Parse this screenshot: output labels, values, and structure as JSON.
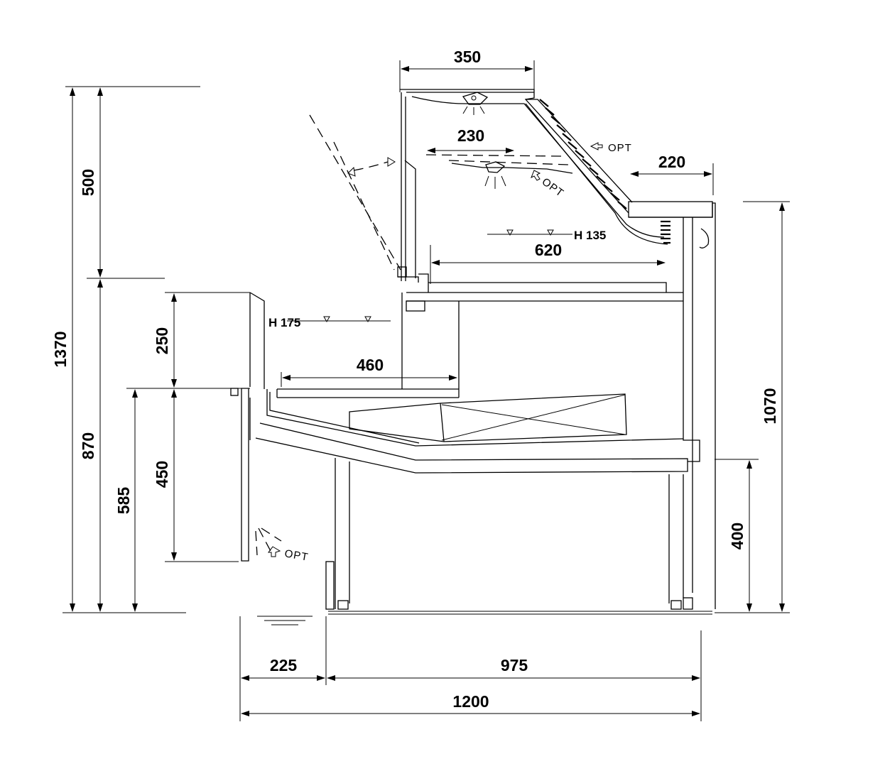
{
  "dimensions": {
    "top_width": "350",
    "light_rail_width": "230",
    "top_shelf_width": "220",
    "upper_shelf_depth": "620",
    "lower_shelf_depth": "460",
    "overall_height": "1370",
    "glass_height": "500",
    "counter_height": "870",
    "front_wall_height": "250",
    "base_front_height": "585",
    "base_height": "450",
    "rear_base_height": "400",
    "rear_height": "1070",
    "front_overhang": "225",
    "body_depth": "975",
    "overall_depth": "1200"
  },
  "labels": {
    "h_upper": "H 135",
    "h_lower": "H 175",
    "opt_top": "OPT",
    "opt_light": "OPT",
    "opt_base": "OPT"
  }
}
